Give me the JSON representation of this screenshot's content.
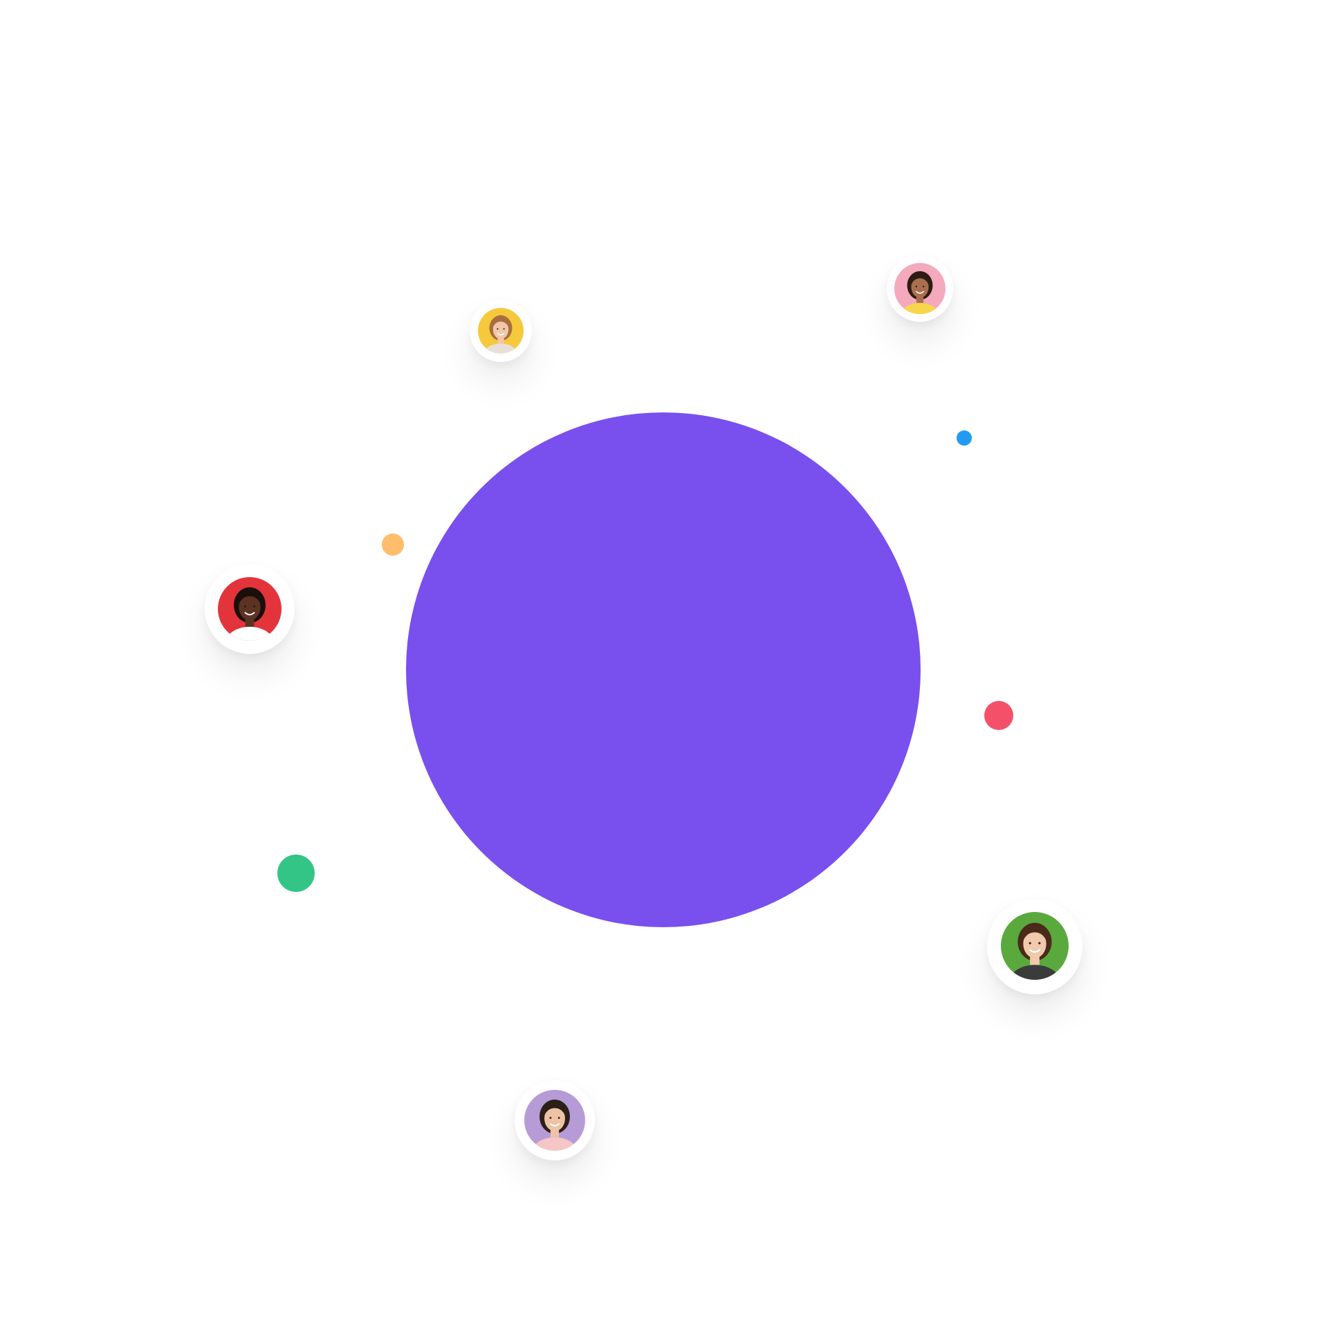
{
  "colors": {
    "background": "#ffffff",
    "main_circle": "#7950ed",
    "dot_orange": "#fdbd6c",
    "dot_blue": "#219bf1",
    "dot_red": "#f45069",
    "dot_green": "#32c586"
  },
  "avatars": [
    {
      "name": "woman-blonde-avatar",
      "bg": "#f6c93d",
      "skin": "#f2c7a8",
      "hair": "#a86e3d",
      "shirt": "#e8e0d8"
    },
    {
      "name": "woman-curly-avatar",
      "bg": "#f4a9bd",
      "skin": "#a96f4f",
      "hair": "#2d1c14",
      "shirt": "#f6d74c"
    },
    {
      "name": "man-beard-avatar",
      "bg": "#e3343c",
      "skin": "#5c3322",
      "hair": "#1a0f0a",
      "shirt": "#ffffff"
    },
    {
      "name": "woman-brunette-avatar",
      "bg": "#5aa93c",
      "skin": "#f1c9ad",
      "hair": "#4a2a1a",
      "shirt": "#3b3b3b"
    },
    {
      "name": "man-smile-avatar",
      "bg": "#b69bd6",
      "skin": "#edc2a5",
      "hair": "#2b1f18",
      "shirt": "#f5c6c6"
    }
  ]
}
